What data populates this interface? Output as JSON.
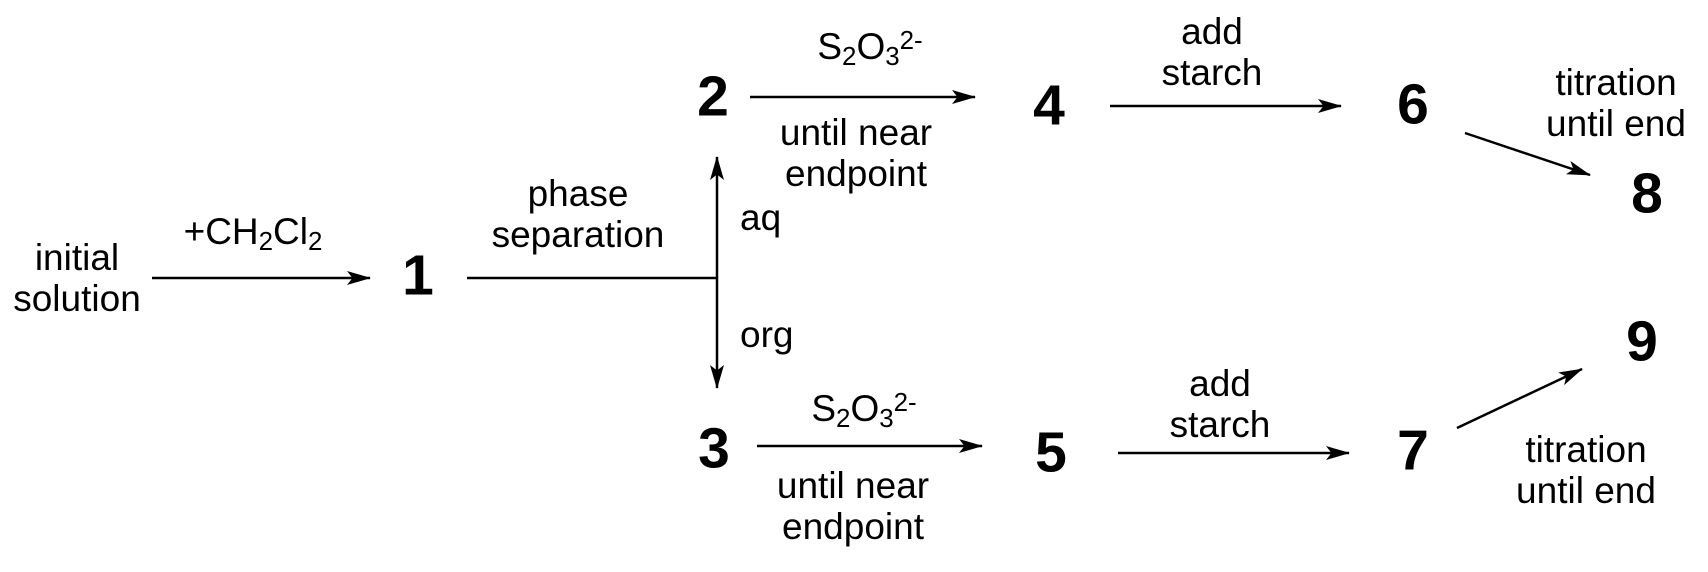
{
  "diagram": {
    "title_hint": "liquid-liquid extraction and iodometric titration scheme",
    "background": "#ffffff",
    "ink": "#000000",
    "nodes": {
      "n1": "1",
      "n2": "2",
      "n3": "3",
      "n4": "4",
      "n5": "5",
      "n6": "6",
      "n7": "7",
      "n8": "8",
      "n9": "9"
    },
    "labels": {
      "start": {
        "line1": "initial",
        "line2": "solution"
      },
      "dcm": {
        "prefix": "+CH",
        "sub1": "2",
        "mid": "Cl",
        "sub2": "2"
      },
      "phase_separation": {
        "line1": "phase",
        "line2": "separation"
      },
      "aqueous": "aq",
      "organic": "org",
      "thiosulfate": {
        "el1": "S",
        "sub1": "2",
        "el2": "O",
        "sub2": "3",
        "charge": "2-"
      },
      "until_near_endpoint": {
        "line1": "until near",
        "line2": "endpoint"
      },
      "add_starch": {
        "line1": "add",
        "line2": "starch"
      },
      "titration_until_end": {
        "line1": "titration",
        "line2": "until end"
      }
    },
    "edges": [
      {
        "from": "initial solution",
        "to": "1",
        "label": "+CH2Cl2"
      },
      {
        "from": "1",
        "to": "2",
        "label": "phase separation, aq phase"
      },
      {
        "from": "1",
        "to": "3",
        "label": "phase separation, org phase"
      },
      {
        "from": "2",
        "to": "4",
        "label": "S2O3 2- until near endpoint"
      },
      {
        "from": "4",
        "to": "6",
        "label": "add starch"
      },
      {
        "from": "6",
        "to": "8",
        "label": "titration until end"
      },
      {
        "from": "3",
        "to": "5",
        "label": "S2O3 2- until near endpoint"
      },
      {
        "from": "5",
        "to": "7",
        "label": "add starch"
      },
      {
        "from": "7",
        "to": "9",
        "label": "titration until end"
      }
    ]
  }
}
